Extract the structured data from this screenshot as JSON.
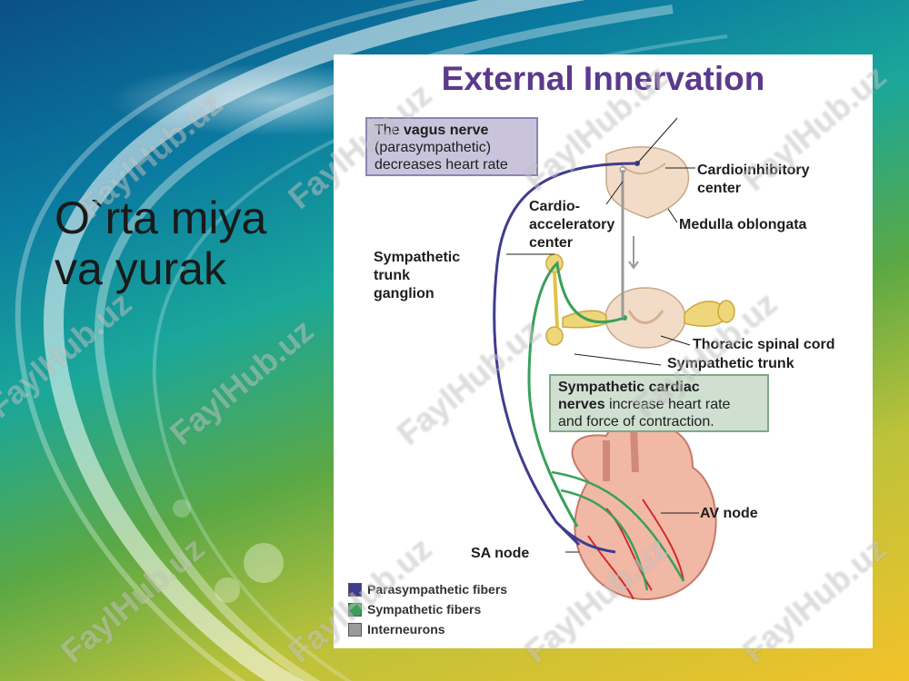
{
  "slide": {
    "title_line1": "O`rta miya",
    "title_line2": "va yurak"
  },
  "diagram": {
    "title": "External Innervation",
    "labels": {
      "cardioinhibitory": [
        "Cardioinhibitory",
        "center"
      ],
      "cardioaccel": [
        "Cardio-",
        "acceleratory",
        "center"
      ],
      "medulla": "Medulla oblongata",
      "sympathetic_ganglion": [
        "Sympathetic",
        "trunk",
        "ganglion"
      ],
      "thoracic": "Thoracic spinal cord",
      "symp_trunk": "Sympathetic trunk",
      "av_node": "AV node",
      "sa_node": "SA node"
    },
    "vagus_box": {
      "pre": "The ",
      "bold": "vagus nerve",
      "line2": "(parasympathetic)",
      "line3": "decreases heart rate"
    },
    "symp_box": {
      "bold1": "Sympathetic cardiac",
      "bold2": "nerves",
      "rest2": " increase heart rate",
      "line3": "and force of contraction."
    },
    "legend": [
      {
        "label": "Parasympathetic fibers",
        "color": "#3f3c8f"
      },
      {
        "label": "Sympathetic fibers",
        "color": "#3aa05a"
      },
      {
        "label": "Interneurons",
        "color": "#9a9a9a"
      }
    ]
  },
  "watermark": "FaylHub.uz"
}
